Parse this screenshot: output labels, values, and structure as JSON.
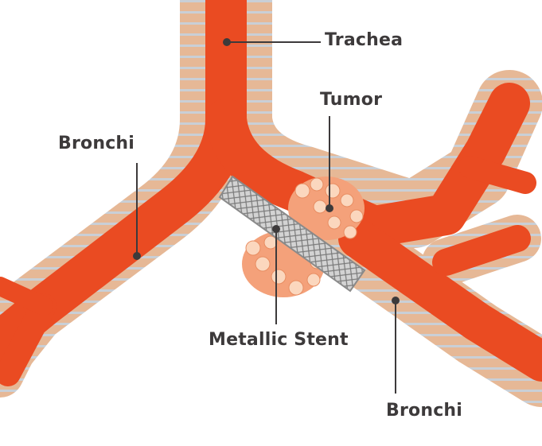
{
  "labels": {
    "trachea": "Trachea",
    "tumor": "Tumor",
    "bronchi_left": "Bronchi",
    "stent": "Metallic Stent",
    "bronchi_right": "Bronchi"
  },
  "colors": {
    "airway": "#ea4b22",
    "airway_dark": "#cf3a17",
    "cartilage": "#e6b896",
    "cartilage_edge": "#cfa07c",
    "ring_gap": "#c9cfd6",
    "tumor": "#f4a17a",
    "tumor_nodule": "#fbd7be",
    "stent": "#bcbcbc",
    "stent_mesh": "#7a7a7a",
    "leader": "#3d3a3b",
    "label_text": "#3d3a3b"
  }
}
